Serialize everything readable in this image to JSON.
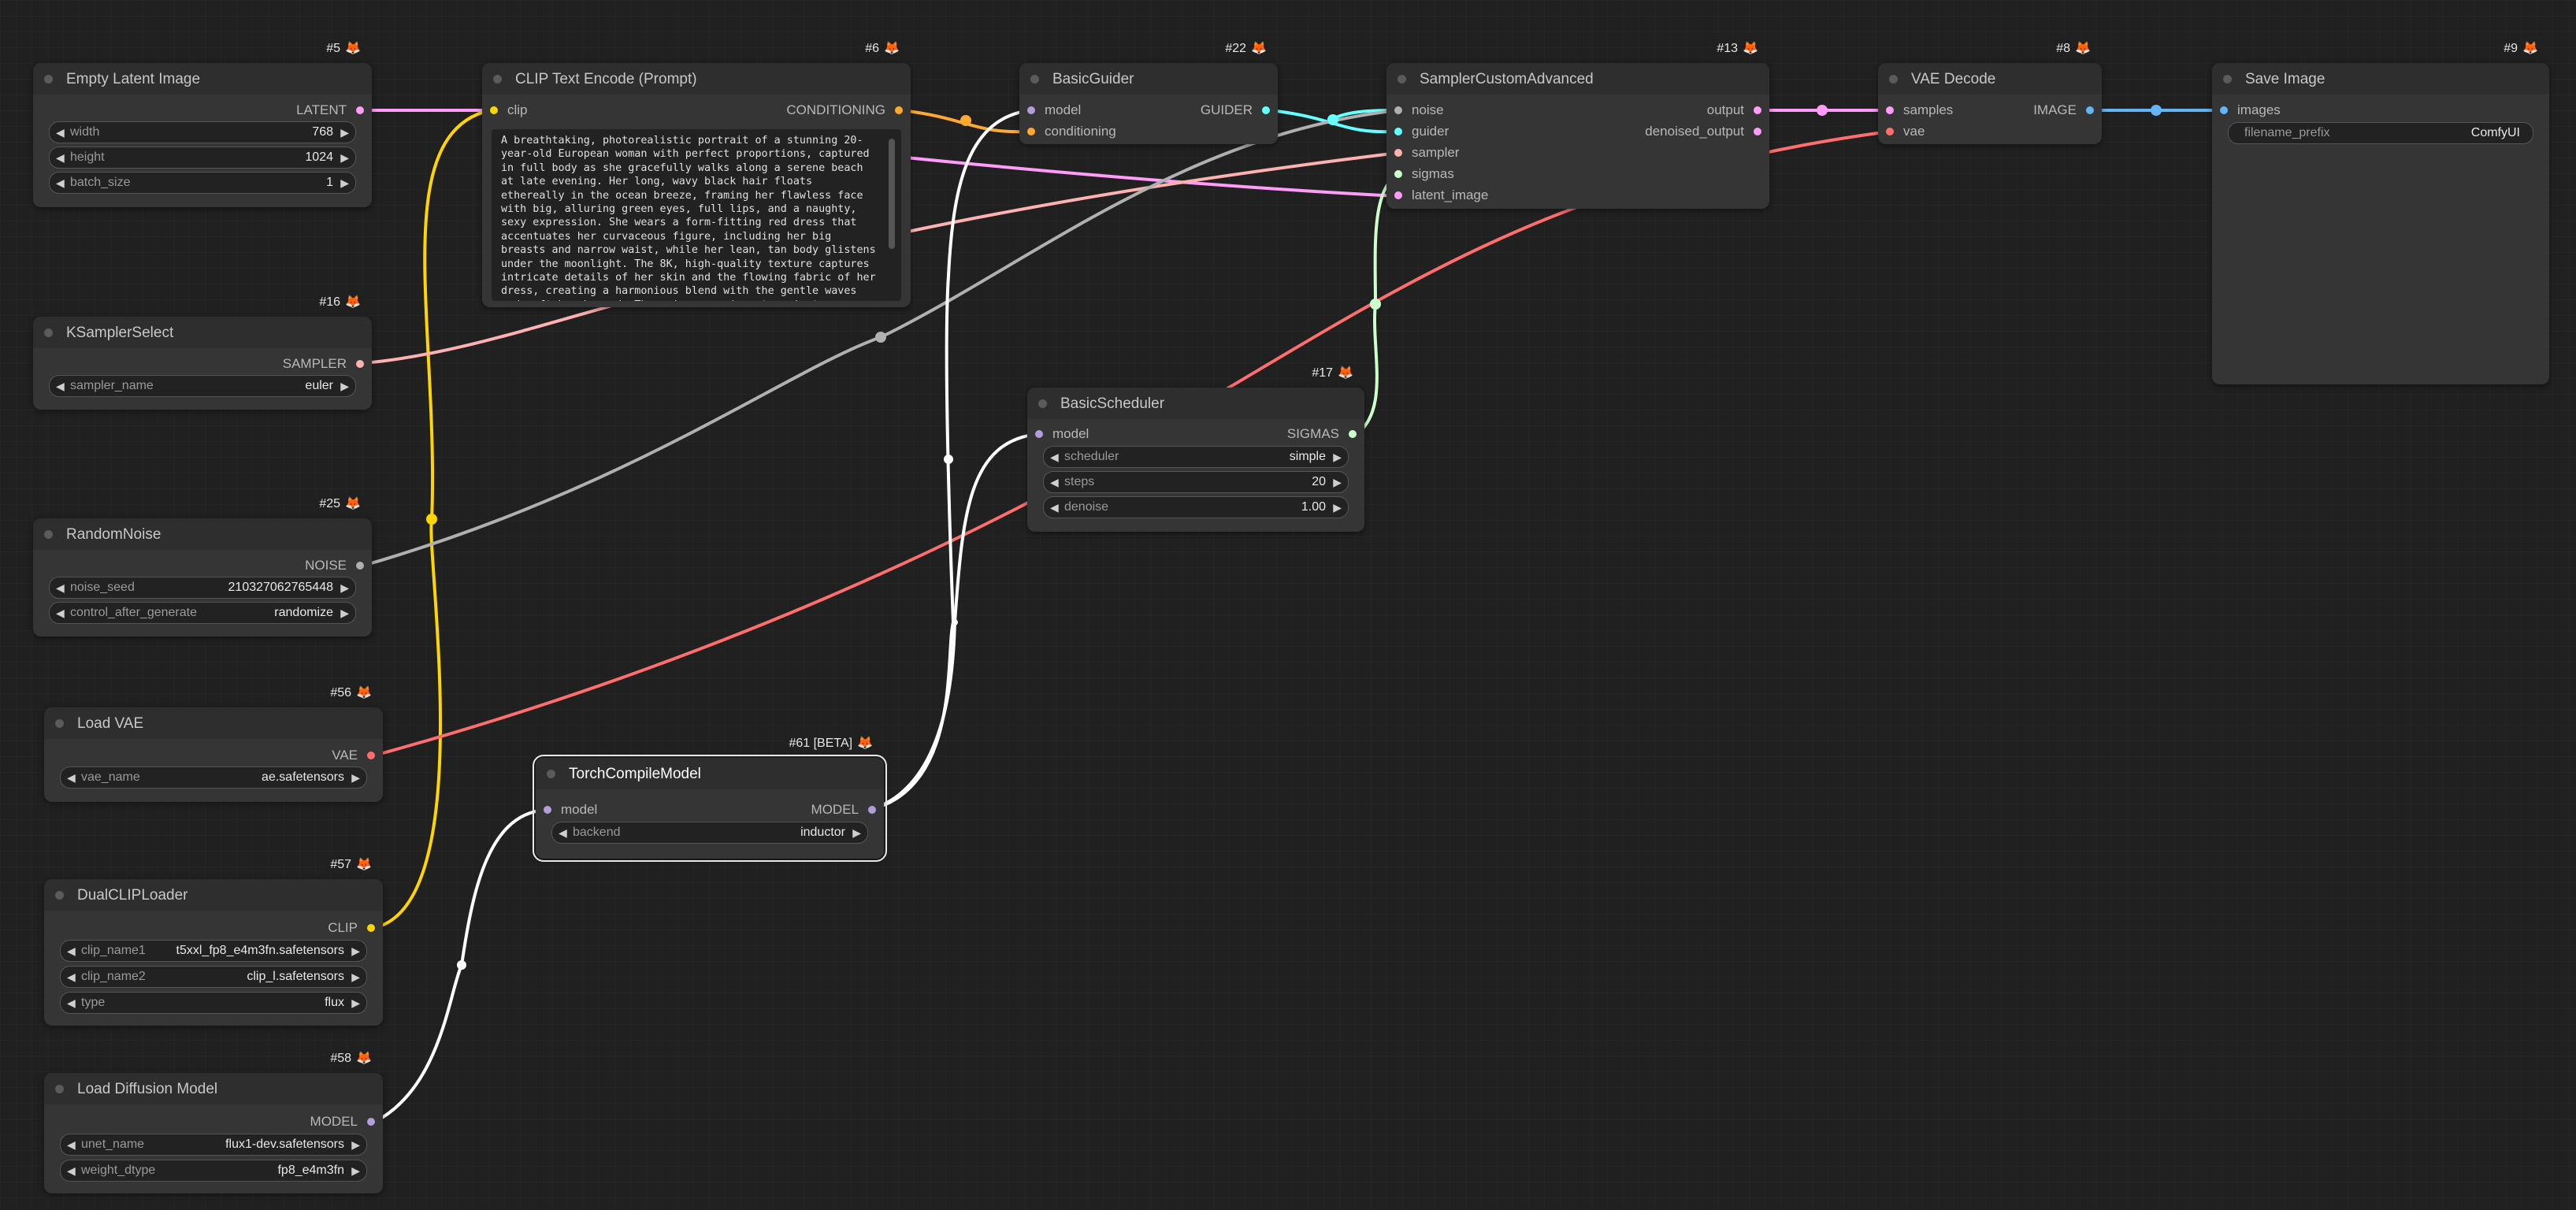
{
  "colors": {
    "background": "#202020",
    "latent": "#ff9cf9",
    "clip": "#ffd500",
    "conditioning": "#ffa931",
    "guider": "#66ffff",
    "sampler": "#ffb1b1",
    "sigmas": "#cdffcd",
    "noise": "#b0b0b0",
    "vae": "#ff6e6e",
    "model": "#b39ddb",
    "image": "#64b5f6",
    "model_link": "#ffffff"
  },
  "nodes": {
    "empty_latent": {
      "badge": "#5",
      "title": "Empty Latent Image",
      "outputs": [
        "LATENT"
      ],
      "widgets": [
        {
          "label": "width",
          "value": "768"
        },
        {
          "label": "height",
          "value": "1024"
        },
        {
          "label": "batch_size",
          "value": "1"
        }
      ]
    },
    "clip_text": {
      "badge": "#6",
      "title": "CLIP Text Encode (Prompt)",
      "inputs": [
        "clip"
      ],
      "outputs": [
        "CONDITIONING"
      ],
      "prompt": "A breathtaking, photorealistic portrait of a stunning 20-\nyear-old European woman with perfect proportions, captured\nin full body as she gracefully walks along a serene beach\nat late evening. Her long, wavy black hair floats\nethereally in the ocean breeze, framing her flawless face\nwith big, alluring green eyes, full lips, and a naughty,\nsexy expression. She wears a form-fitting red dress that\naccentuates her curvaceous figure, including her big\nbreasts and narrow waist, while her lean, tan body glistens\nunder the moonlight. The 8K, high-quality texture captures\nintricate details of her skin and the flowing fabric of her\ndress, creating a harmonious blend with the gentle waves\nand soft beach sand. The epic scene is set against a"
    },
    "basic_guider": {
      "badge": "#22",
      "title": "BasicGuider",
      "inputs": [
        "model",
        "conditioning"
      ],
      "outputs": [
        "GUIDER"
      ]
    },
    "sampler_custom": {
      "badge": "#13",
      "title": "SamplerCustomAdvanced",
      "inputs": [
        "noise",
        "guider",
        "sampler",
        "sigmas",
        "latent_image"
      ],
      "outputs": [
        "output",
        "denoised_output"
      ]
    },
    "vae_decode": {
      "badge": "#8",
      "title": "VAE Decode",
      "inputs": [
        "samples",
        "vae"
      ],
      "outputs": [
        "IMAGE"
      ]
    },
    "save_image": {
      "badge": "#9",
      "title": "Save Image",
      "inputs": [
        "images"
      ],
      "widgets": [
        {
          "label": "filename_prefix",
          "value": "ComfyUI"
        }
      ]
    },
    "ksampler_select": {
      "badge": "#16",
      "title": "KSamplerSelect",
      "outputs": [
        "SAMPLER"
      ],
      "widgets": [
        {
          "label": "sampler_name",
          "value": "euler"
        }
      ]
    },
    "basic_scheduler": {
      "badge": "#17",
      "title": "BasicScheduler",
      "inputs": [
        "model"
      ],
      "outputs": [
        "SIGMAS"
      ],
      "widgets": [
        {
          "label": "scheduler",
          "value": "simple"
        },
        {
          "label": "steps",
          "value": "20"
        },
        {
          "label": "denoise",
          "value": "1.00"
        }
      ]
    },
    "random_noise": {
      "badge": "#25",
      "title": "RandomNoise",
      "outputs": [
        "NOISE"
      ],
      "widgets": [
        {
          "label": "noise_seed",
          "value": "210327062765448"
        },
        {
          "label": "control_after_generate",
          "value": "randomize"
        }
      ]
    },
    "load_vae": {
      "badge": "#56",
      "title": "Load VAE",
      "outputs": [
        "VAE"
      ],
      "widgets": [
        {
          "label": "vae_name",
          "value": "ae.safetensors"
        }
      ]
    },
    "torch_compile": {
      "badge": "#61 [BETA]",
      "title": "TorchCompileModel",
      "inputs": [
        "model"
      ],
      "outputs": [
        "MODEL"
      ],
      "widgets": [
        {
          "label": "backend",
          "value": "inductor"
        }
      ]
    },
    "dual_clip": {
      "badge": "#57",
      "title": "DualCLIPLoader",
      "outputs": [
        "CLIP"
      ],
      "widgets": [
        {
          "label": "clip_name1",
          "value": "t5xxl_fp8_e4m3fn.safetensors"
        },
        {
          "label": "clip_name2",
          "value": "clip_l.safetensors"
        },
        {
          "label": "type",
          "value": "flux"
        }
      ]
    },
    "load_diffusion": {
      "badge": "#58",
      "title": "Load Diffusion Model",
      "outputs": [
        "MODEL"
      ],
      "widgets": [
        {
          "label": "unet_name",
          "value": "flux1-dev.safetensors"
        },
        {
          "label": "weight_dtype",
          "value": "fp8_e4m3fn"
        }
      ]
    }
  }
}
